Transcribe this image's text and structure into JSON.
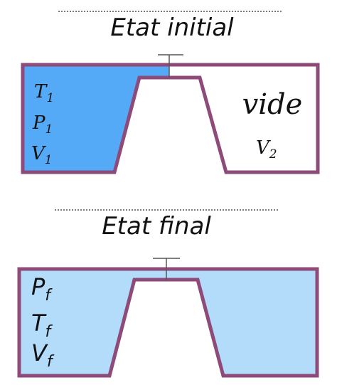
{
  "initial": {
    "title": "Etat initial",
    "left_labels": [
      {
        "base": "T",
        "sub": "1"
      },
      {
        "base": "P",
        "sub": "1"
      },
      {
        "base": "V",
        "sub": "1"
      }
    ],
    "right_label_main": "vide",
    "right_label_vol": {
      "base": "V",
      "sub": "2"
    }
  },
  "final": {
    "title": "Etat final",
    "labels": [
      {
        "base": "P",
        "sub": "f"
      },
      {
        "base": "T",
        "sub": "f"
      },
      {
        "base": "V",
        "sub": "f"
      }
    ]
  },
  "colors": {
    "wall": "#8e4a78",
    "gas_initial": "#55aaf7",
    "gas_final": "#b3dcfb",
    "divider": "#333333",
    "valve": "#555555"
  }
}
